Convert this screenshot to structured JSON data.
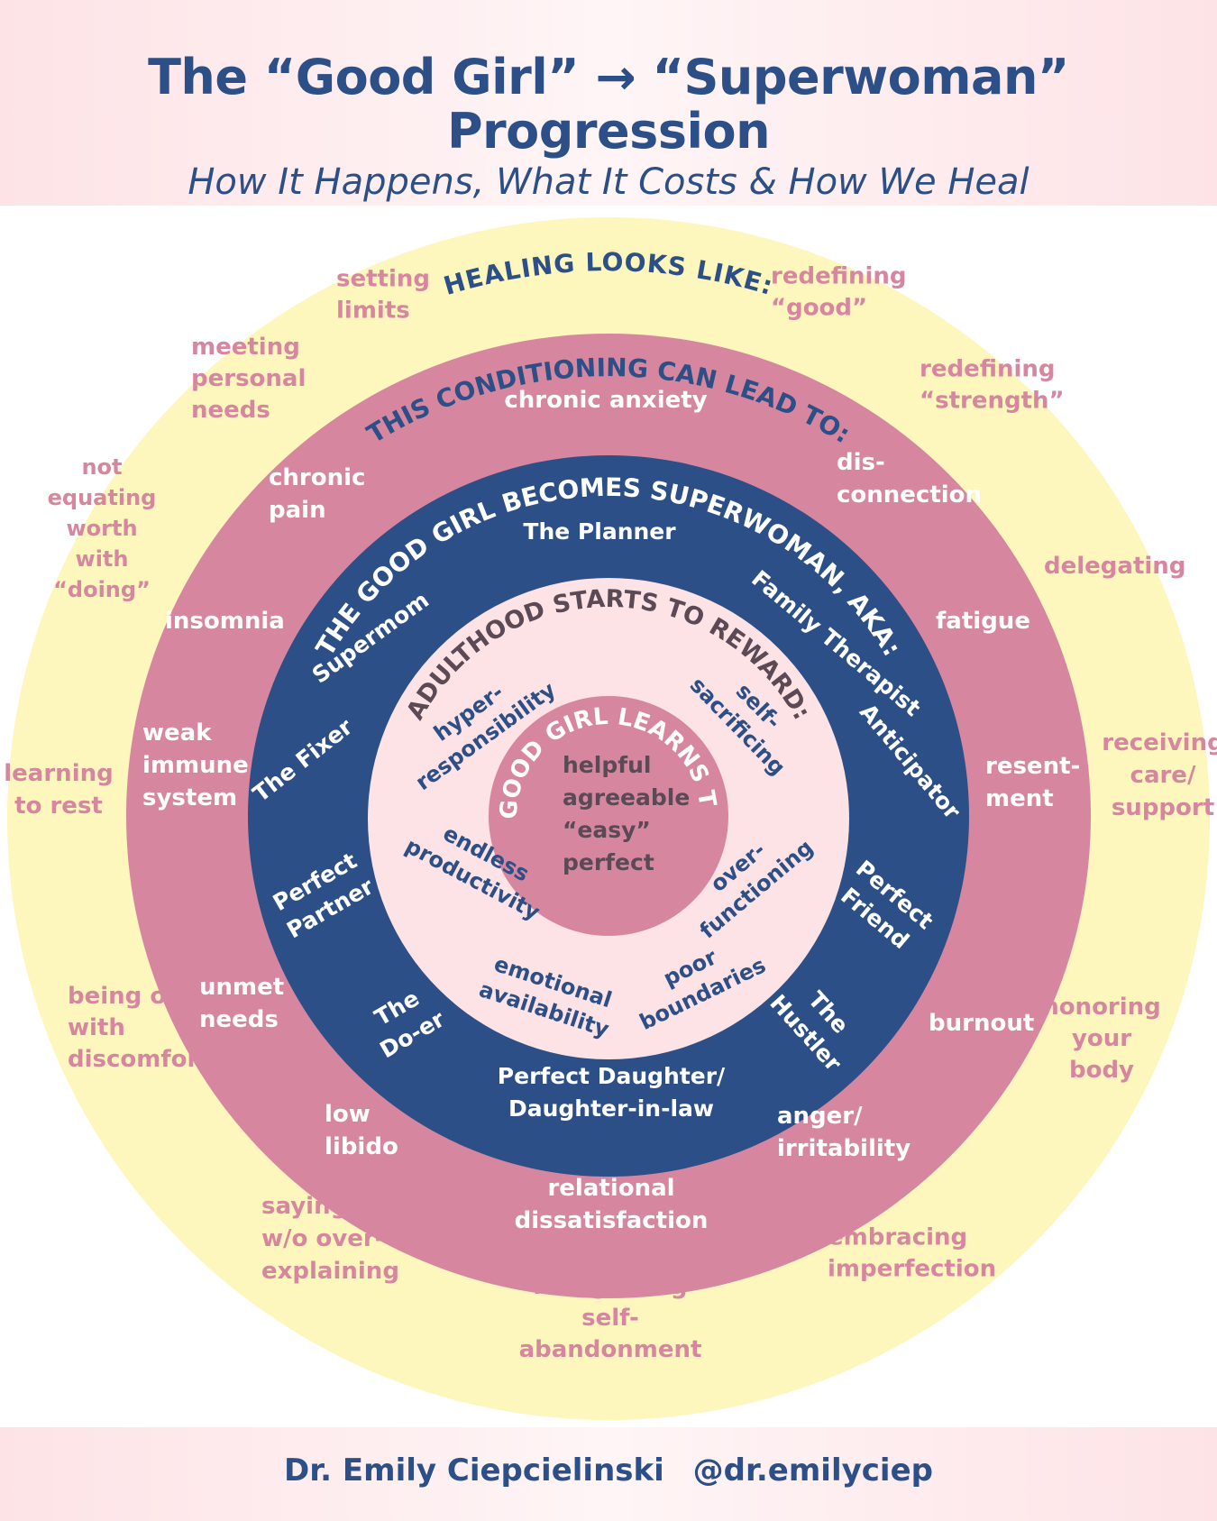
{
  "title_line1": "The “Good Girl” → “Superwoman”",
  "title_line2": "Progression",
  "subtitle": "How It Happens, What It Costs & How We Heal",
  "footer": {
    "author": "Dr. Emily Ciepcielinski",
    "handle": "@dr.emilyciep"
  },
  "colors": {
    "yellow_ring": "#fdf6bd",
    "pink_ring": "#d6879f",
    "blue_ring": "#2b4f86",
    "light_ring": "#fde3e6",
    "core": "#d6879f",
    "pink_text": "#d6879f",
    "blue_text": "#2b4f86",
    "dark_text": "#5b4a55"
  },
  "rings": [
    {
      "id": "healing",
      "heading": "HEALING LOOKS LIKE:",
      "items": [
        [
          "setting",
          "limits"
        ],
        [
          "redefining",
          "“good”"
        ],
        [
          "meeting",
          "personal",
          "needs"
        ],
        [
          "redefining",
          "“strength”"
        ],
        [
          "not",
          "equating",
          "worth",
          "with",
          "“doing”"
        ],
        [
          "delegating"
        ],
        [
          "learning",
          "to rest"
        ],
        [
          "receiving",
          "care/",
          "support"
        ],
        [
          "being ok",
          "with",
          "discomfort"
        ],
        [
          "honoring",
          "your",
          "body"
        ],
        [
          "saying no",
          "w/o over-",
          "explaining"
        ],
        [
          "embracing",
          "imperfection"
        ],
        [
          "recognizing",
          "self-",
          "abandonment"
        ]
      ]
    },
    {
      "id": "conditioning",
      "heading": "THIS CONDITIONING CAN LEAD TO:",
      "items": [
        [
          "chronic anxiety"
        ],
        [
          "chronic",
          "pain"
        ],
        [
          "dis-",
          "connection"
        ],
        [
          "insomnia"
        ],
        [
          "fatigue"
        ],
        [
          "weak",
          "immune",
          "system"
        ],
        [
          "resent-",
          "ment"
        ],
        [
          "unmet",
          "needs"
        ],
        [
          "burnout"
        ],
        [
          "low",
          "libido"
        ],
        [
          "anger/",
          "irritability"
        ],
        [
          "relational",
          "dissatisfaction"
        ]
      ]
    },
    {
      "id": "superwoman",
      "heading": "THE GOOD GIRL BECOMES SUPERWOMAN, AKA:",
      "items": [
        [
          "The Planner"
        ],
        [
          "Supermom"
        ],
        [
          "Family Therapist"
        ],
        [
          "The Fixer"
        ],
        [
          "Anticipator"
        ],
        [
          "Perfect",
          "Partner"
        ],
        [
          "Perfect",
          "Friend"
        ],
        [
          "The",
          "Do-er"
        ],
        [
          "The",
          "Hustler"
        ],
        [
          "Perfect Daughter/",
          "Daughter-in-law"
        ]
      ]
    },
    {
      "id": "adulthood",
      "heading": "ADULTHOOD STARTS TO REWARD:",
      "items": [
        [
          "hyper-",
          "responsibility"
        ],
        [
          "self-",
          "sacrificing"
        ],
        [
          "endless",
          "productivity"
        ],
        [
          "over-",
          "functioning"
        ],
        [
          "emotional",
          "availability"
        ],
        [
          "poor",
          "boundaries"
        ]
      ]
    },
    {
      "id": "core",
      "heading": "THE GOOD GIRL LEARNS TO BE:",
      "items": [
        [
          "helpful"
        ],
        [
          "agreeable"
        ],
        [
          "“easy”"
        ],
        [
          "perfect"
        ]
      ]
    }
  ]
}
